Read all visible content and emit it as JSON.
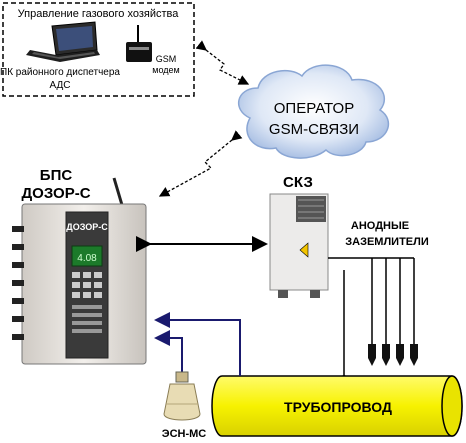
{
  "control_center": {
    "title": "Управление газового хозяйства",
    "pc_label_line1": "ПК районного диспетчера",
    "pc_label_line2": "АДС",
    "modem_label_line1": "GSM",
    "modem_label_line2": "модем"
  },
  "operator": {
    "line1": "ОПЕРАТОР",
    "line2": "GSM-СВЯЗИ"
  },
  "bps": {
    "title_line1": "БПС",
    "title_line2": "ДОЗОР-С",
    "panel_brand": "ДОЗОР-С",
    "display_value": "4.08"
  },
  "skz": {
    "title": "СКЗ"
  },
  "anodes": {
    "line1": "АНОДНЫЕ",
    "line2": "ЗАЗЕМЛИТЕЛИ"
  },
  "pipeline": {
    "label": "ТРУБОПРОВОД"
  },
  "sensor": {
    "label": "ЭСН-МС"
  },
  "colors": {
    "pipe_fill": "#f7f200",
    "signal_line": "#1a1a6e",
    "cloud": "#bcd0ec",
    "cabinet": "#e8e4df",
    "display": "#1c7a2a"
  }
}
